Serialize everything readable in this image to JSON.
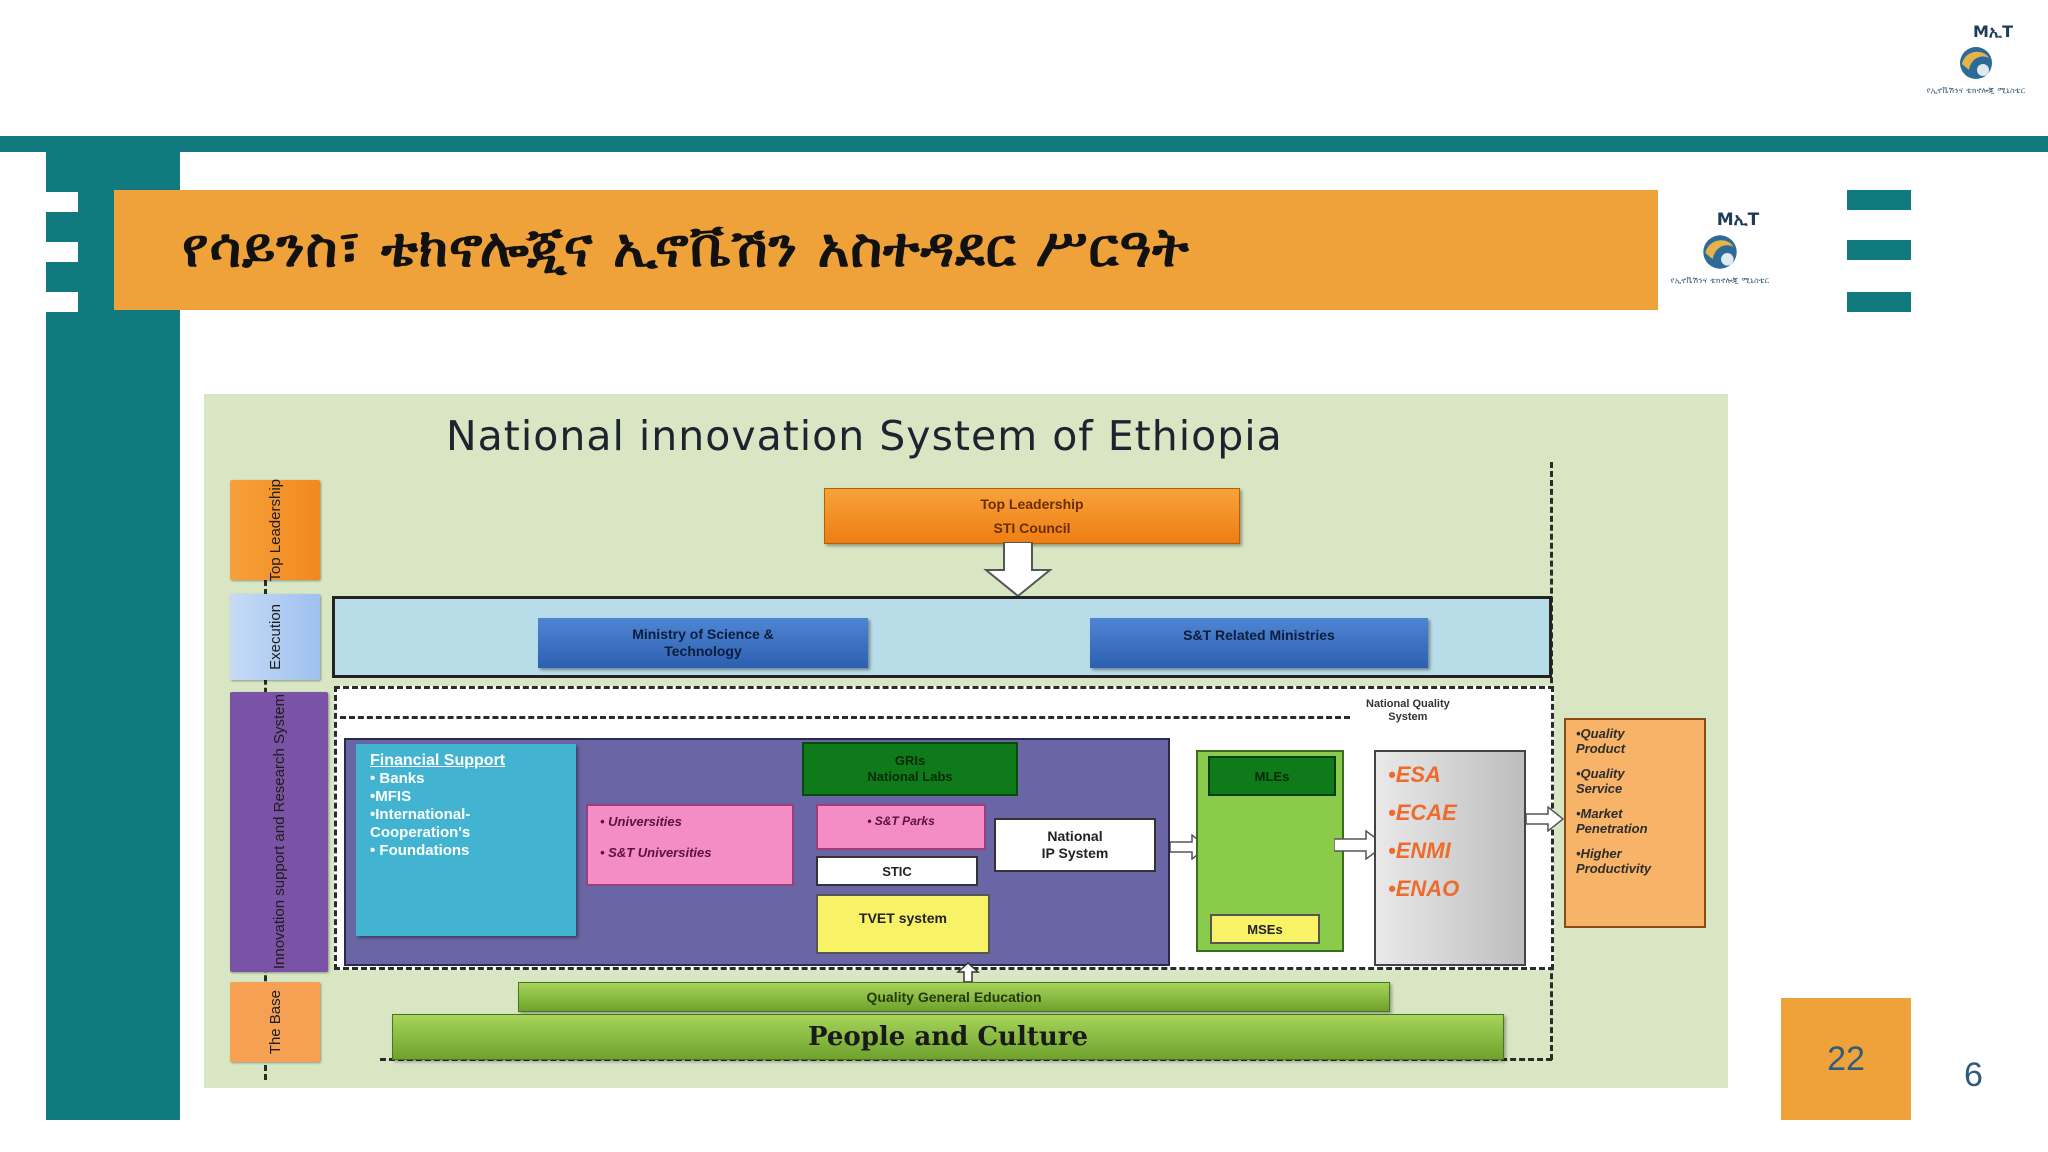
{
  "slide": {
    "title": "የሳይንስ፣ ቴክኖሎጂና ኢኖቬሽን አስተዳደር ሥርዓት",
    "page_badge": "22",
    "page_number": "6"
  },
  "logo": {
    "brand": "MኢT",
    "caption": "የኢኖቬሽንና ቴክኖሎጂ ሚኒስቴር"
  },
  "diagram": {
    "title": "National innovation System of Ethiopia",
    "side_tabs": {
      "top_leadership": "Top Leadership",
      "execution": "Execution",
      "innovation_support": "Innovation support and Research System",
      "the_base": "The Base"
    },
    "top_box": [
      "Top Leadership",
      "STI Council"
    ],
    "ministry_science": [
      "Ministry of Science &",
      "Technology"
    ],
    "related_ministries": "S&T Related Ministries",
    "national_quality_label": [
      "National Quality",
      "System"
    ],
    "financial_support": {
      "title": "Financial Support",
      "items": [
        "• Banks",
        "•MFIS",
        "•International-",
        "Cooperation's",
        "• Foundations"
      ]
    },
    "universities": [
      "• Universities",
      "• S&T Universities"
    ],
    "gris": [
      "GRIs",
      "National Labs"
    ],
    "st_parks": "• S&T Parks",
    "stic": "STIC",
    "national_ip": [
      "National",
      "IP System"
    ],
    "tvet": "TVET system",
    "mles": "MLEs",
    "mses": "MSEs",
    "quality_system": [
      "•ESA",
      "•ECAE",
      "•ENMI",
      "•ENAO"
    ],
    "outcomes": [
      [
        "•Quality",
        "Product"
      ],
      [
        "•Quality",
        "Service"
      ],
      [
        "•Market",
        "Penetration"
      ],
      [
        "•Higher",
        "Productivity"
      ]
    ],
    "quality_general_education": "Quality General Education",
    "people_and_culture": "People and Culture"
  },
  "colors": {
    "teal": "#117a7f",
    "orange": "#f0a23a",
    "diagram_bg": "#d9e6c4",
    "execution_band": "#b8dce8",
    "ministry_blue": "#3a73c6",
    "purple_block": "#6a66a6",
    "fin_cyan": "#42b4d2",
    "pink": "#f48dc6",
    "dark_green": "#0f7a1a",
    "light_green": "#8acb4c",
    "yellow": "#f8f266",
    "gray_box": "#cfcfcf",
    "outcome_orange": "#f7b368"
  }
}
